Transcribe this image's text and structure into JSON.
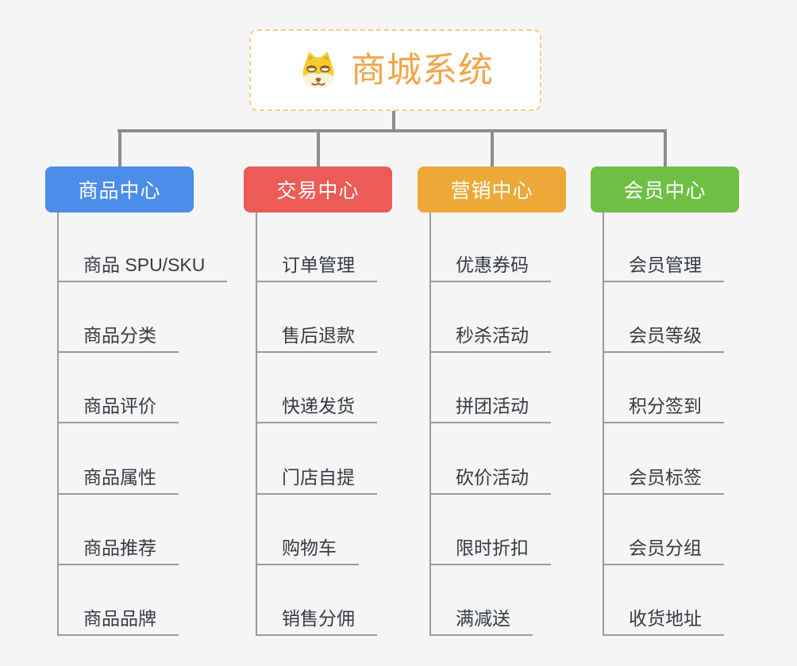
{
  "root": {
    "title": "商城系统",
    "icon": "shiba-dog-icon",
    "text_color": "#F0A64A",
    "border_color": "#F3CF8E"
  },
  "colors": {
    "background": "#F5F5F6",
    "connector": "#8C8C8C",
    "sub_connector": "#9A9A9A"
  },
  "branches": [
    {
      "key": "product-center",
      "label": "商品中心",
      "color": "#4B8DE9",
      "items": [
        "商品 SPU/SKU",
        "商品分类",
        "商品评价",
        "商品属性",
        "商品推荐",
        "商品品牌"
      ]
    },
    {
      "key": "trade-center",
      "label": "交易中心",
      "color": "#EC5B56",
      "items": [
        "订单管理",
        "售后退款",
        "快递发货",
        "门店自提",
        "购物车",
        "销售分佣"
      ]
    },
    {
      "key": "marketing-center",
      "label": "营销中心",
      "color": "#ECA937",
      "items": [
        "优惠券码",
        "秒杀活动",
        "拼团活动",
        "砍价活动",
        "限时折扣",
        "满减送"
      ]
    },
    {
      "key": "member-center",
      "label": "会员中心",
      "color": "#6FBF45",
      "items": [
        "会员管理",
        "会员等级",
        "积分签到",
        "会员标签",
        "会员分组",
        "收货地址"
      ]
    }
  ]
}
